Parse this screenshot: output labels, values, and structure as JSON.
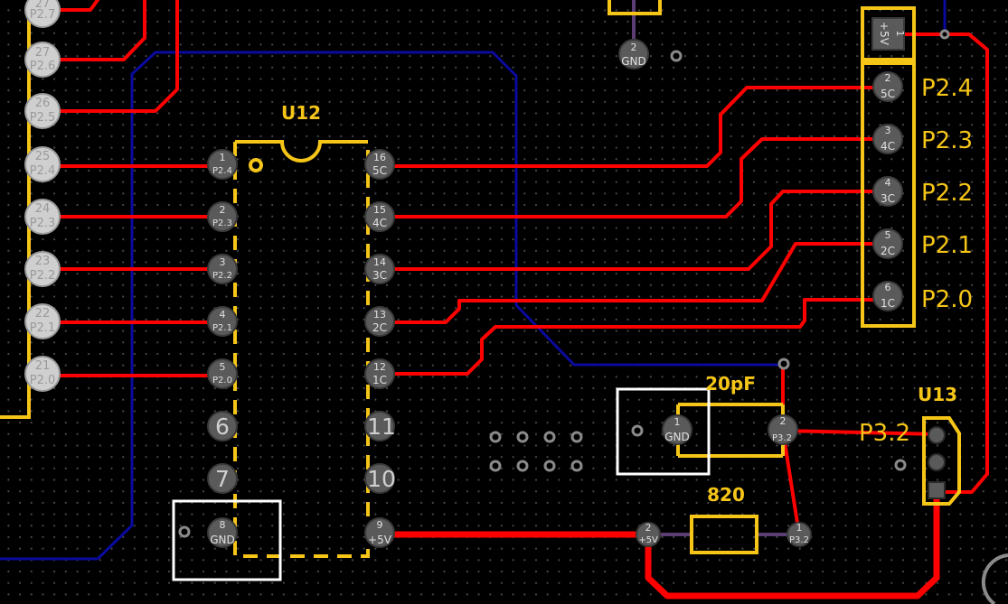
{
  "colors": {
    "background": "#000000",
    "front_copper": "#ff0000",
    "back_copper": "#0a0aa0",
    "silkscreen": "#f5c518",
    "pad": "#5a5a5a",
    "via": "#8a8a8a",
    "selection": "#ffffff",
    "grid_dot": "#4a4a4a"
  },
  "left_header": {
    "pins": [
      {
        "num": "27",
        "net": "P2.7"
      },
      {
        "num": "27",
        "net": "P2.6"
      },
      {
        "num": "26",
        "net": "P2.5"
      },
      {
        "num": "25",
        "net": "P2.4"
      },
      {
        "num": "24",
        "net": "P2.3"
      },
      {
        "num": "23",
        "net": "P2.2"
      },
      {
        "num": "22",
        "net": "P2.1"
      },
      {
        "num": "21",
        "net": "P2.0"
      }
    ]
  },
  "u12": {
    "ref": "U12",
    "left_pins": [
      {
        "num": "1",
        "net": "P2.4"
      },
      {
        "num": "2",
        "net": "P2.3"
      },
      {
        "num": "3",
        "net": "P2.2"
      },
      {
        "num": "4",
        "net": "P2.1"
      },
      {
        "num": "5",
        "net": "P2.0"
      },
      {
        "num": "6",
        "net": ""
      },
      {
        "num": "7",
        "net": ""
      },
      {
        "num": "8",
        "net": "GND"
      }
    ],
    "right_pins": [
      {
        "num": "16",
        "net": "5C"
      },
      {
        "num": "15",
        "net": "4C"
      },
      {
        "num": "14",
        "net": "3C"
      },
      {
        "num": "13",
        "net": "2C"
      },
      {
        "num": "12",
        "net": "1C"
      },
      {
        "num": "11",
        "net": ""
      },
      {
        "num": "10",
        "net": ""
      },
      {
        "num": "9",
        "net": "+5V"
      }
    ]
  },
  "connector": {
    "pins": [
      {
        "num": "1",
        "net": "+5V"
      },
      {
        "num": "2",
        "net": "5C"
      },
      {
        "num": "3",
        "net": "4C"
      },
      {
        "num": "4",
        "net": "3C"
      },
      {
        "num": "5",
        "net": "2C"
      },
      {
        "num": "6",
        "net": "1C"
      }
    ],
    "labels": [
      "P2.4",
      "P2.3",
      "P2.2",
      "P2.1",
      "P2.0"
    ]
  },
  "top_gnd_pad": {
    "num": "2",
    "net": "GND"
  },
  "capacitor": {
    "value": "20pF",
    "pad1": {
      "num": "1",
      "net": "GND"
    },
    "pad2": {
      "num": "2",
      "net": "P3.2"
    }
  },
  "resistor": {
    "value": "820",
    "pad1": {
      "num": "1",
      "net": "P3.2"
    },
    "pad2": {
      "num": "2",
      "net": "+5V"
    }
  },
  "u13": {
    "ref": "U13",
    "net_label": "P3.2"
  }
}
